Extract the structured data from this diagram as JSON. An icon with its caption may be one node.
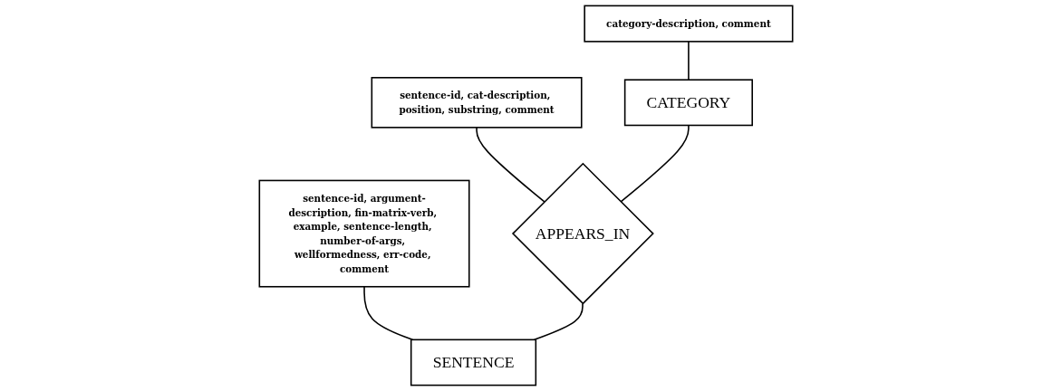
{
  "diagram": {
    "nodes": [
      {
        "text": [
          "category-description, comment"
        ]
      },
      {
        "text": [
          "sentence-id, cat-description, position, substring, comment"
        ]
      },
      {
        "text": [
          "sentence-id, argument-description, fin-matrix-verb, example, sentence-length, number-of-args, wellformedness, err-code, comment"
        ]
      },
      {
        "text": [
          "CATEGORY"
        ]
      },
      {
        "text": [
          "APPEARS_IN"
        ]
      },
      {
        "text": [
          "SENTENCE"
        ]
      }
    ],
    "edges": [
      {
        "from": 0,
        "to": 3,
        "arrow": "none"
      },
      {
        "from": 1,
        "to": 4,
        "arrow": "none"
      },
      {
        "from": 2,
        "to": 5,
        "arrow": "none"
      },
      {
        "from": 3,
        "to": 4,
        "arrow": "none"
      },
      {
        "from": 4,
        "to": 5,
        "arrow": "none"
      }
    ]
  }
}
